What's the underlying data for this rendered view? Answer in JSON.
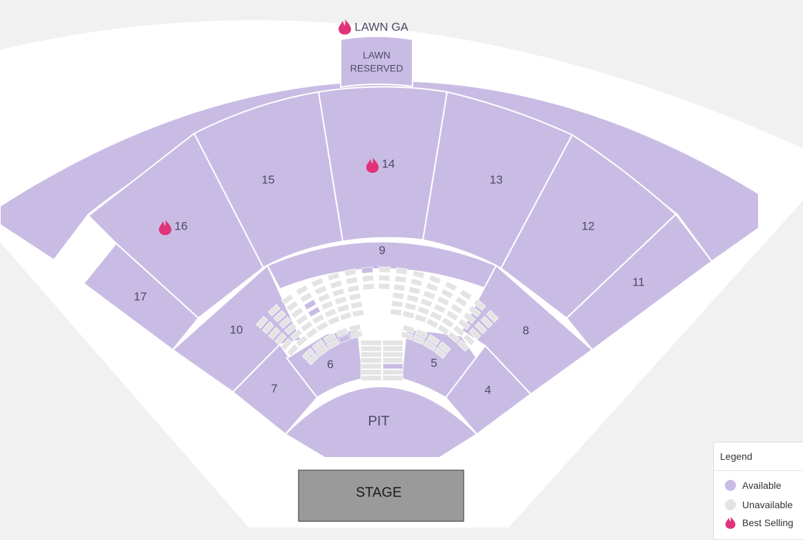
{
  "colors": {
    "available": "#c9bce4",
    "unavailable": "#e4e4e4",
    "best_selling": "#e0337a",
    "stage": "#9a9a9a",
    "label": "#4e4868"
  },
  "sections": {
    "lawn_ga": "LAWN GA",
    "lawn_reserved_line1": "LAWN",
    "lawn_reserved_line2": "RESERVED",
    "s15": "15",
    "s14": "14",
    "s13": "13",
    "s16": "16",
    "s12": "12",
    "s17": "17",
    "s11": "11",
    "s9": "9",
    "s10": "10",
    "s8": "8",
    "s7": "7",
    "s6": "6",
    "s5": "5",
    "s4": "4",
    "pit": "PIT",
    "stage": "STAGE"
  },
  "best_selling_sections": [
    "LAWN GA",
    "14",
    "16"
  ],
  "legend": {
    "title": "Legend",
    "items": [
      {
        "label": "Available",
        "icon": "available-dot"
      },
      {
        "label": "Unavailable",
        "icon": "unavailable-dot"
      },
      {
        "label": "Best Selling",
        "icon": "flame-icon"
      }
    ]
  }
}
